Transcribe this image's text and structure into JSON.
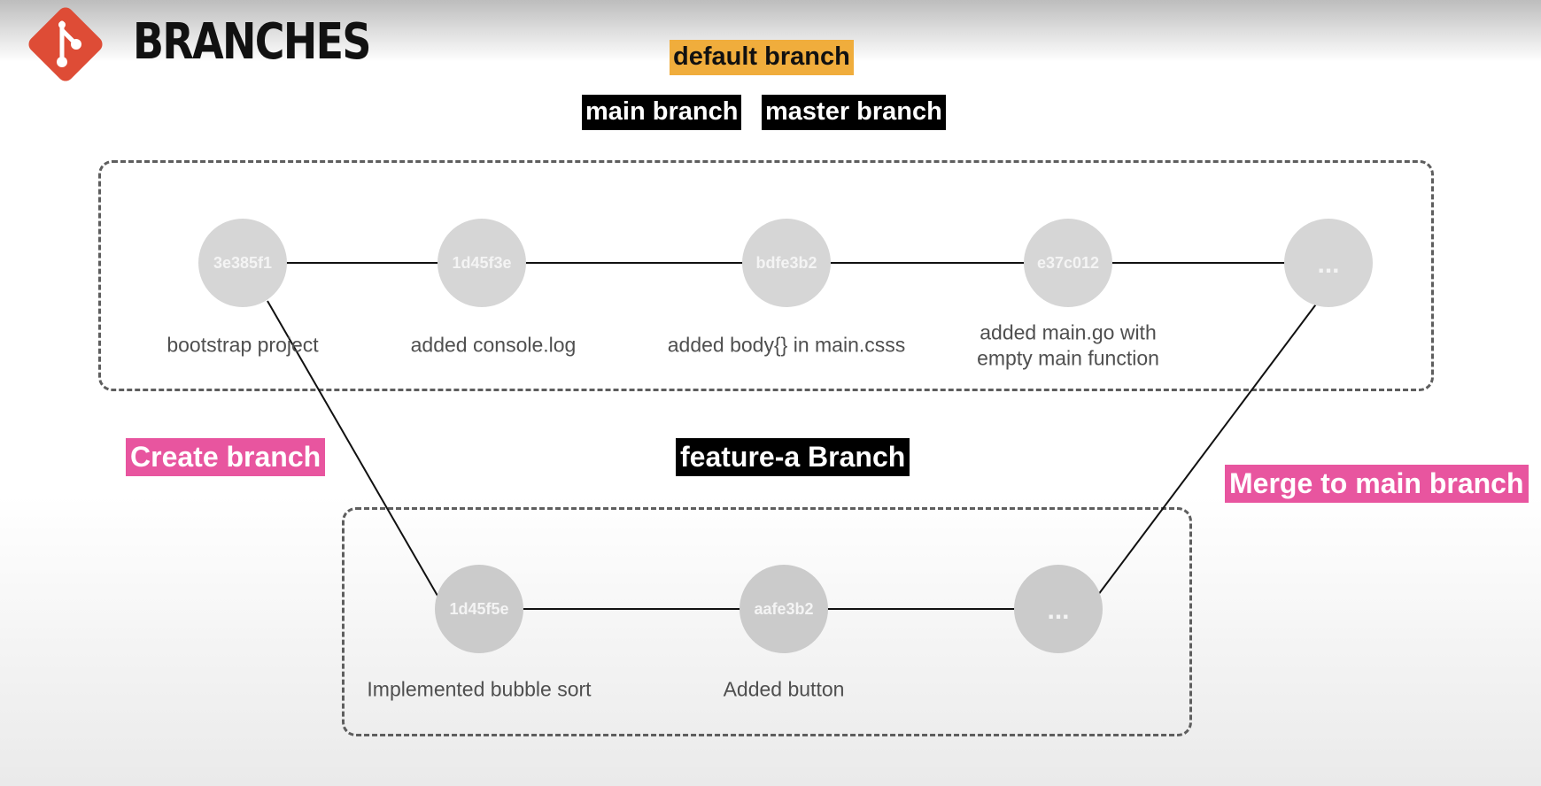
{
  "header": {
    "title": "BRANCHES",
    "logo_icon": "git-logo-icon"
  },
  "tags": {
    "default_branch": "default branch",
    "main_branch": "main branch",
    "master_branch": "master branch",
    "feature_branch": "feature-a Branch",
    "create_branch": "Create branch",
    "merge": "Merge to main branch"
  },
  "main_branch": {
    "commits": [
      {
        "hash": "3e385f1",
        "message": "bootstrap project"
      },
      {
        "hash": "1d45f3e",
        "message": "added console.log"
      },
      {
        "hash": "bdfe3b2",
        "message": "added body{} in main.csss"
      },
      {
        "hash": "e37c012",
        "message": "added main.go with empty main function"
      },
      {
        "hash": "...",
        "message": ""
      }
    ]
  },
  "feature_branch": {
    "commits": [
      {
        "hash": "1d45f5e",
        "message": "Implemented bubble sort"
      },
      {
        "hash": "aafe3b2",
        "message": "Added button"
      },
      {
        "hash": "...",
        "message": ""
      }
    ]
  },
  "colors": {
    "default_tag": "#f0ad3c",
    "branch_tag": "#000000",
    "action_tag": "#e8559f",
    "commit_node": "#d6d6d6",
    "logo": "#de4c36"
  }
}
